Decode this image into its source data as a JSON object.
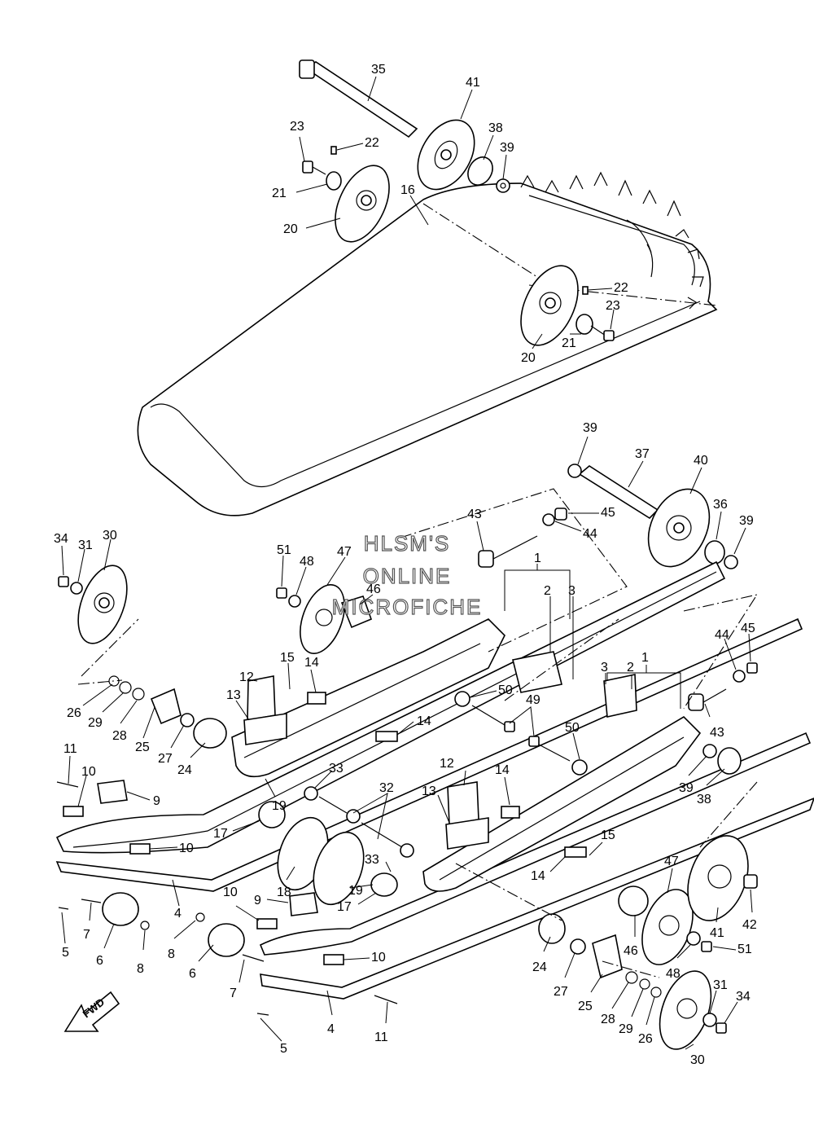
{
  "watermark": [
    "HLSM'S",
    "ONLINE",
    "MICROFICHE"
  ],
  "forward_label": "FWD",
  "callouts": [
    {
      "id": "c35a",
      "text": "35"
    },
    {
      "id": "c41a",
      "text": "41"
    },
    {
      "id": "c38a",
      "text": "38"
    },
    {
      "id": "c39a",
      "text": "39"
    },
    {
      "id": "c23a",
      "text": "23"
    },
    {
      "id": "c22a",
      "text": "22"
    },
    {
      "id": "c21a",
      "text": "21"
    },
    {
      "id": "c16",
      "text": "16"
    },
    {
      "id": "c20a",
      "text": "20"
    },
    {
      "id": "c22b",
      "text": "22"
    },
    {
      "id": "c23b",
      "text": "23"
    },
    {
      "id": "c20b",
      "text": "20"
    },
    {
      "id": "c21b",
      "text": "21"
    },
    {
      "id": "c39b",
      "text": "39"
    },
    {
      "id": "c37",
      "text": "37"
    },
    {
      "id": "c40",
      "text": "40"
    },
    {
      "id": "c43a",
      "text": "43"
    },
    {
      "id": "c45a",
      "text": "45"
    },
    {
      "id": "c44a",
      "text": "44"
    },
    {
      "id": "c36",
      "text": "36"
    },
    {
      "id": "c39c",
      "text": "39"
    },
    {
      "id": "c34a",
      "text": "34"
    },
    {
      "id": "c31a",
      "text": "31"
    },
    {
      "id": "c30a",
      "text": "30"
    },
    {
      "id": "c51a",
      "text": "51"
    },
    {
      "id": "c48a",
      "text": "48"
    },
    {
      "id": "c47a",
      "text": "47"
    },
    {
      "id": "c46a",
      "text": "46"
    },
    {
      "id": "c1a",
      "text": "1"
    },
    {
      "id": "c2a",
      "text": "2"
    },
    {
      "id": "c3a",
      "text": "3"
    },
    {
      "id": "c1b",
      "text": "1"
    },
    {
      "id": "c3b",
      "text": "3"
    },
    {
      "id": "c2b",
      "text": "2"
    },
    {
      "id": "c44b",
      "text": "44"
    },
    {
      "id": "c45b",
      "text": "45"
    },
    {
      "id": "c12a",
      "text": "12"
    },
    {
      "id": "c15a",
      "text": "15"
    },
    {
      "id": "c14a",
      "text": "14"
    },
    {
      "id": "c13a",
      "text": "13"
    },
    {
      "id": "c26a",
      "text": "26"
    },
    {
      "id": "c29a",
      "text": "29"
    },
    {
      "id": "c28a",
      "text": "28"
    },
    {
      "id": "c25a",
      "text": "25"
    },
    {
      "id": "c27a",
      "text": "27"
    },
    {
      "id": "c24a",
      "text": "24"
    },
    {
      "id": "c50a",
      "text": "50"
    },
    {
      "id": "c49",
      "text": "49"
    },
    {
      "id": "c14b",
      "text": "14"
    },
    {
      "id": "c50b",
      "text": "50"
    },
    {
      "id": "c43b",
      "text": "43"
    },
    {
      "id": "c39d",
      "text": "39"
    },
    {
      "id": "c38b",
      "text": "38"
    },
    {
      "id": "c11a",
      "text": "11"
    },
    {
      "id": "c10a",
      "text": "10"
    },
    {
      "id": "c9a",
      "text": "9"
    },
    {
      "id": "c33a",
      "text": "33"
    },
    {
      "id": "c19a",
      "text": "19"
    },
    {
      "id": "c12b",
      "text": "12"
    },
    {
      "id": "c14c",
      "text": "14"
    },
    {
      "id": "c13b",
      "text": "13"
    },
    {
      "id": "c32",
      "text": "32"
    },
    {
      "id": "c17a",
      "text": "17"
    },
    {
      "id": "c10b",
      "text": "10"
    },
    {
      "id": "c18",
      "text": "18"
    },
    {
      "id": "c33b",
      "text": "33"
    },
    {
      "id": "c19b",
      "text": "19"
    },
    {
      "id": "c17b",
      "text": "17"
    },
    {
      "id": "c15b",
      "text": "15"
    },
    {
      "id": "c14d",
      "text": "14"
    },
    {
      "id": "c47b",
      "text": "47"
    },
    {
      "id": "c41b",
      "text": "41"
    },
    {
      "id": "c42",
      "text": "42"
    },
    {
      "id": "c46b",
      "text": "46"
    },
    {
      "id": "c48b",
      "text": "48"
    },
    {
      "id": "c51b",
      "text": "51"
    },
    {
      "id": "c4a",
      "text": "4"
    },
    {
      "id": "c5a",
      "text": "5"
    },
    {
      "id": "c7a",
      "text": "7"
    },
    {
      "id": "c6a",
      "text": "6"
    },
    {
      "id": "c8a",
      "text": "8"
    },
    {
      "id": "c10c",
      "text": "10"
    },
    {
      "id": "c9b",
      "text": "9"
    },
    {
      "id": "c8b",
      "text": "8"
    },
    {
      "id": "c6b",
      "text": "6"
    },
    {
      "id": "c7b",
      "text": "7"
    },
    {
      "id": "c10d",
      "text": "10"
    },
    {
      "id": "c24b",
      "text": "24"
    },
    {
      "id": "c27b",
      "text": "27"
    },
    {
      "id": "c25b",
      "text": "25"
    },
    {
      "id": "c28b",
      "text": "28"
    },
    {
      "id": "c29b",
      "text": "29"
    },
    {
      "id": "c26b",
      "text": "26"
    },
    {
      "id": "c31b",
      "text": "31"
    },
    {
      "id": "c34b",
      "text": "34"
    },
    {
      "id": "c30b",
      "text": "30"
    },
    {
      "id": "c4b",
      "text": "4"
    },
    {
      "id": "c11b",
      "text": "11"
    },
    {
      "id": "c5b",
      "text": "5"
    }
  ]
}
